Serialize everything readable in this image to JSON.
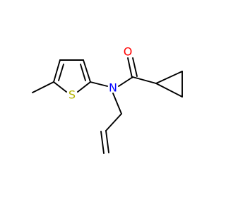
{
  "atoms": {
    "oxygen": {
      "label": "O",
      "color": "#ff0000"
    },
    "nitrogen": {
      "label": "N",
      "color": "#0000ff"
    },
    "sulfur": {
      "label": "S",
      "color": "#b2b200"
    }
  },
  "colors": {
    "bond": "#000000",
    "background": "#ffffff"
  }
}
